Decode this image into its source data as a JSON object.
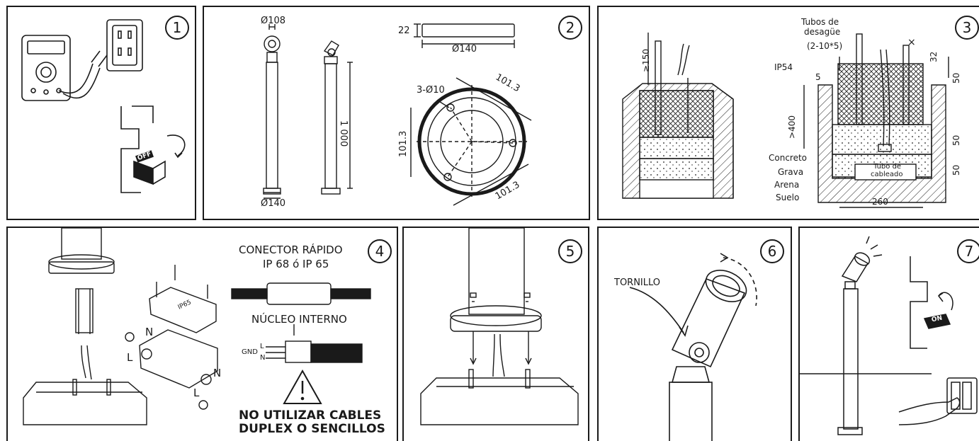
{
  "panels": {
    "p1": {
      "num": "1",
      "off_label": "OFF"
    },
    "p2": {
      "num": "2",
      "dia_top": "Ø108",
      "dia_base": "Ø140",
      "height": "1 000",
      "base_h": "22",
      "base_dia": "Ø140",
      "holes": "3-Ø10",
      "dist1": "101.3",
      "dist2": "101.3",
      "dist3": "101.3"
    },
    "p3": {
      "num": "3",
      "depth_min": "≥150",
      "tubos": "Tubos de",
      "desague": "desagüe",
      "spec": "(2-10*5)",
      "ip": "IP54",
      "d5": "5",
      "d32": "32",
      "d50a": "50",
      "d400": ">400",
      "d50b": "50",
      "d50c": "50",
      "concreto": "Concreto",
      "grava": "Grava",
      "arena": "Arena",
      "suelo": "Suelo",
      "tubo_cab_1": "Tubo de",
      "tubo_cab_2": "cableado",
      "w260": "260",
      "x_mark": "×"
    },
    "p4": {
      "num": "4",
      "conector_1": "CONECTOR RÁPIDO",
      "conector_2": "IP 68 ó IP 65",
      "nucleo": "NÚCLEO INTERNO",
      "gnd": "GND",
      "l": "L",
      "n": "N",
      "box_n1": "N",
      "box_l1": "L",
      "box_n2": "N",
      "box_l2": "L",
      "ip65": "IP65",
      "warn_1": "NO UTILIZAR CABLES",
      "warn_2": "DUPLEX O SENCILLOS"
    },
    "p5": {
      "num": "5"
    },
    "p6": {
      "num": "6",
      "tornillo": "TORNILLO"
    },
    "p7": {
      "num": "7",
      "on_label": "ON"
    }
  }
}
